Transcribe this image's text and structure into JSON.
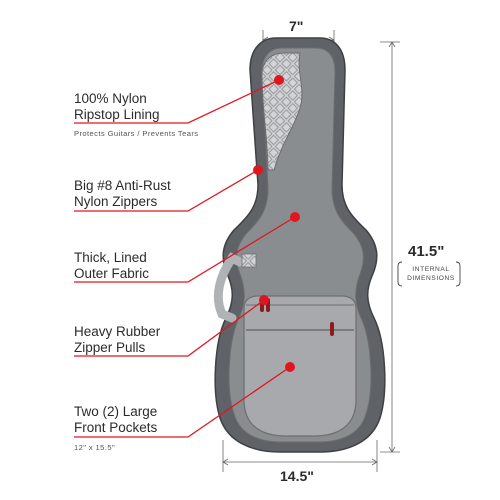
{
  "features": [
    {
      "title_line1": "100% Nylon",
      "title_line2": "Ripstop Lining",
      "subtitle": "Protects Guitars / Prevents Tears"
    },
    {
      "title_line1": "Big #8 Anti-Rust",
      "title_line2": "Nylon Zippers",
      "subtitle": ""
    },
    {
      "title_line1": "Thick, Lined",
      "title_line2": "Outer Fabric",
      "subtitle": ""
    },
    {
      "title_line1": "Heavy Rubber",
      "title_line2": "Zipper Pulls",
      "subtitle": ""
    },
    {
      "title_line1": "Two (2) Large",
      "title_line2": "Front Pockets",
      "subtitle": "12\" x 15.5\""
    }
  ],
  "dimensions": {
    "top_width": "7\"",
    "bottom_width": "14.5\"",
    "length": "41.5\"",
    "length_note_line1": "INTERNAL",
    "length_note_line2": "DIMENSIONS"
  },
  "colors": {
    "accent_red": "#e0161f",
    "bag_dark": "#5f6266",
    "bag_mid": "#8a8d90",
    "pocket": "#a7a9ac",
    "lining": "#c9cbce",
    "text": "#2b2b2b"
  }
}
